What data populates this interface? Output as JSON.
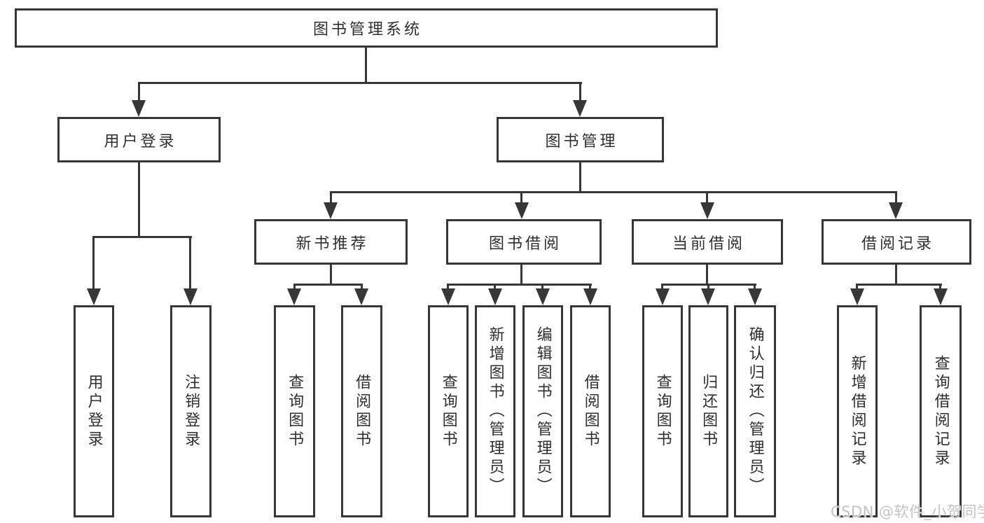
{
  "nodes": {
    "root": "图书管理系统",
    "level2": [
      "用户登录",
      "图书管理"
    ],
    "level3": [
      "新书推荐",
      "图书借阅",
      "当前借阅",
      "借阅记录"
    ],
    "leaves_login": [
      "用户登录",
      "注销登录"
    ],
    "leaves_newbook": [
      "查询图书",
      "借阅图书"
    ],
    "leaves_borrow": [
      "查询图书",
      "新增图书（管理员）",
      "编辑图书（管理员）",
      "借阅图书"
    ],
    "leaves_current": [
      "查询图书",
      "归还图书",
      "确认归还（管理员）"
    ],
    "leaves_records": [
      "新增借阅记录",
      "查询借阅记录"
    ]
  },
  "icons": {
    "arrowhead_down": "▼"
  },
  "watermark": "CSDN @软件_小贺同学",
  "colors": {
    "line": "#373737",
    "text": "#2f2f2f",
    "watermark": "#c3c3c3",
    "background": "#ffffff"
  }
}
